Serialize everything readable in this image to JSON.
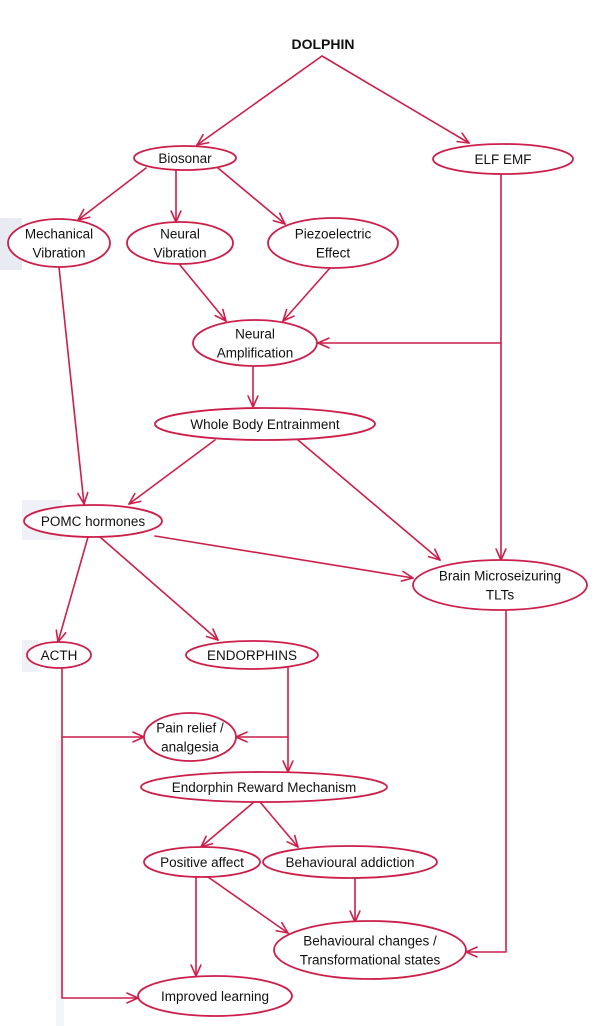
{
  "diagram": {
    "title": "DOLPHIN",
    "line_color": "#cc1f4a",
    "text_color": "#111111",
    "nodes": [
      {
        "id": "biosonar",
        "lines": [
          "Biosonar"
        ]
      },
      {
        "id": "elf_emf",
        "lines": [
          "ELF EMF"
        ]
      },
      {
        "id": "mechanical_vibration",
        "lines": [
          "Mechanical",
          "Vibration"
        ]
      },
      {
        "id": "neural_vibration",
        "lines": [
          "Neural",
          "Vibration"
        ]
      },
      {
        "id": "piezoelectric_effect",
        "lines": [
          "Piezoelectric",
          "Effect"
        ]
      },
      {
        "id": "neural_amplification",
        "lines": [
          "Neural",
          "Amplification"
        ]
      },
      {
        "id": "whole_body_entrainment",
        "lines": [
          "Whole Body Entrainment"
        ]
      },
      {
        "id": "pomc_hormones",
        "lines": [
          "POMC hormones"
        ]
      },
      {
        "id": "brain_microseizuring",
        "lines": [
          "Brain Microseizuring",
          "TLTs"
        ]
      },
      {
        "id": "acth",
        "lines": [
          "ACTH"
        ]
      },
      {
        "id": "endorphins",
        "lines": [
          "ENDORPHINS"
        ]
      },
      {
        "id": "pain_relief",
        "lines": [
          "Pain relief /",
          "analgesia"
        ]
      },
      {
        "id": "endorphin_reward",
        "lines": [
          "Endorphin Reward Mechanism"
        ]
      },
      {
        "id": "positive_affect",
        "lines": [
          "Positive affect"
        ]
      },
      {
        "id": "behavioural_addiction",
        "lines": [
          "Behavioural addiction"
        ]
      },
      {
        "id": "behavioural_changes",
        "lines": [
          "Behavioural changes /",
          "Transformational states"
        ]
      },
      {
        "id": "improved_learning",
        "lines": [
          "Improved learning"
        ]
      }
    ],
    "edges": [
      {
        "from": "dolphin",
        "to": "biosonar"
      },
      {
        "from": "dolphin",
        "to": "elf_emf"
      },
      {
        "from": "biosonar",
        "to": "mechanical_vibration"
      },
      {
        "from": "biosonar",
        "to": "neural_vibration"
      },
      {
        "from": "biosonar",
        "to": "piezoelectric_effect"
      },
      {
        "from": "neural_vibration",
        "to": "neural_amplification"
      },
      {
        "from": "piezoelectric_effect",
        "to": "neural_amplification"
      },
      {
        "from": "elf_emf",
        "to": "neural_amplification"
      },
      {
        "from": "elf_emf",
        "to": "brain_microseizuring"
      },
      {
        "from": "neural_amplification",
        "to": "whole_body_entrainment"
      },
      {
        "from": "mechanical_vibration",
        "to": "pomc_hormones"
      },
      {
        "from": "whole_body_entrainment",
        "to": "pomc_hormones"
      },
      {
        "from": "whole_body_entrainment",
        "to": "brain_microseizuring"
      },
      {
        "from": "pomc_hormones",
        "to": "brain_microseizuring"
      },
      {
        "from": "pomc_hormones",
        "to": "acth"
      },
      {
        "from": "pomc_hormones",
        "to": "endorphins"
      },
      {
        "from": "acth",
        "to": "pain_relief"
      },
      {
        "from": "endorphins",
        "to": "pain_relief"
      },
      {
        "from": "endorphins",
        "to": "endorphin_reward"
      },
      {
        "from": "endorphin_reward",
        "to": "positive_affect"
      },
      {
        "from": "endorphin_reward",
        "to": "behavioural_addiction"
      },
      {
        "from": "positive_affect",
        "to": "improved_learning"
      },
      {
        "from": "positive_affect",
        "to": "behavioural_changes"
      },
      {
        "from": "behavioural_addiction",
        "to": "behavioural_changes"
      },
      {
        "from": "brain_microseizuring",
        "to": "behavioural_changes"
      },
      {
        "from": "acth",
        "to": "improved_learning"
      }
    ]
  }
}
